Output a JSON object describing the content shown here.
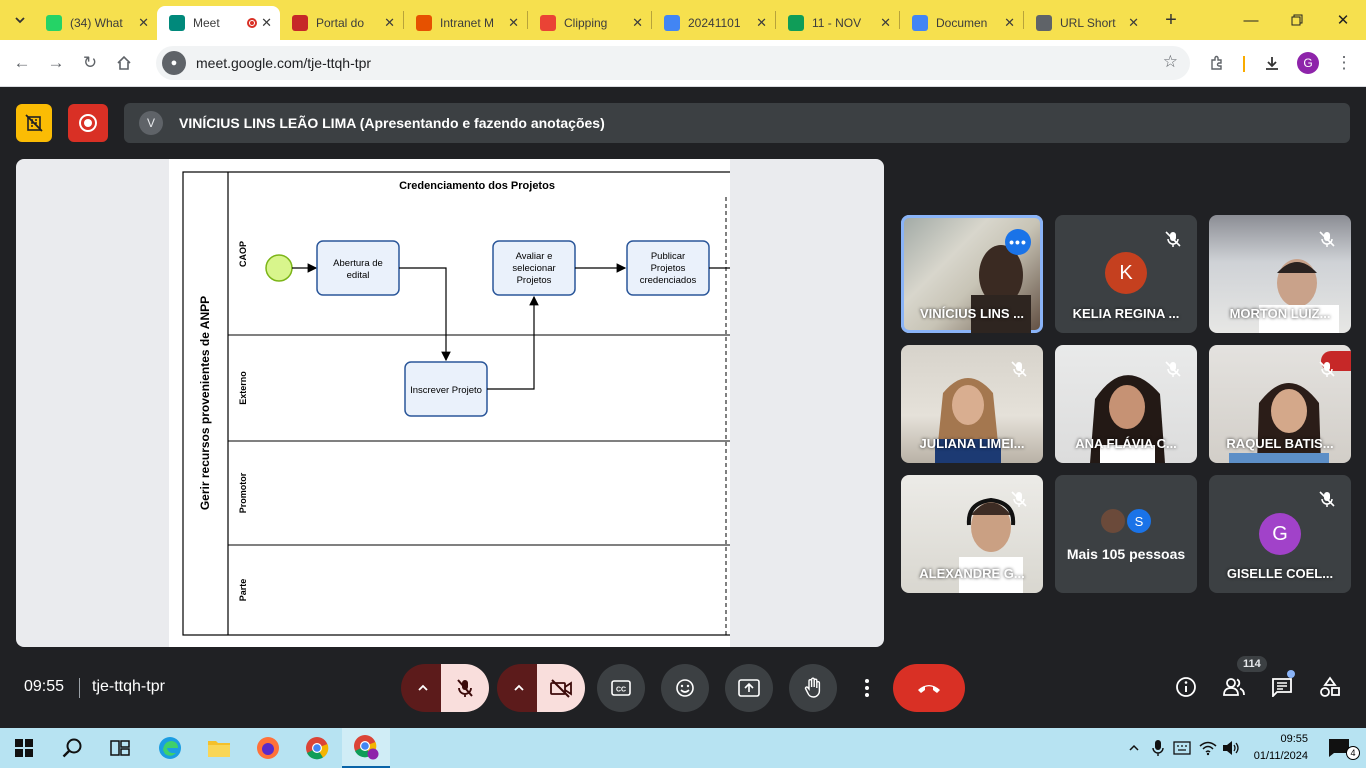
{
  "browser": {
    "tabs": [
      {
        "title": "(34) What",
        "favicon": "whatsapp-icon",
        "color": "#25d366"
      },
      {
        "title": "Meet",
        "favicon": "meet-icon",
        "color": "#00897b",
        "active": true
      },
      {
        "title": "Portal do",
        "favicon": "portal-icon",
        "color": "#c62828"
      },
      {
        "title": "Intranet M",
        "favicon": "intranet-icon",
        "color": "#e65100"
      },
      {
        "title": "Clipping",
        "favicon": "gmail-icon",
        "color": "#ea4335"
      },
      {
        "title": "20241101",
        "favicon": "docs-icon",
        "color": "#4285f4"
      },
      {
        "title": "11 - NOV",
        "favicon": "drive-icon",
        "color": "#0f9d58"
      },
      {
        "title": "Documen",
        "favicon": "docs-icon",
        "color": "#4285f4"
      },
      {
        "title": "URL Short",
        "favicon": "link-icon",
        "color": "#5f6368"
      }
    ],
    "url": "meet.google.com/tje-ttqh-tpr",
    "profile_initial": "G"
  },
  "meet": {
    "presenter_initial": "V",
    "presenter_label": "VINÍCIUS LINS LEÃO LIMA (Apresentando e fazendo anotações)",
    "clock": "09:55",
    "meeting_code": "tje-ttqh-tpr",
    "participant_count": "114",
    "more_people_label": "Mais 105 pessoas",
    "more_people_initial": "S",
    "participants": [
      {
        "name": "VINÍCIUS LINS ...",
        "speaking": true
      },
      {
        "name": "KELIA REGINA ...",
        "initial": "K",
        "avatar_color": "#c5401f"
      },
      {
        "name": "MORTON LUIZ..."
      },
      {
        "name": "JULIANA LIMEI..."
      },
      {
        "name": "ANA FLÁVIA C..."
      },
      {
        "name": "RAQUEL BATIS..."
      },
      {
        "name": "ALEXANDRE G..."
      },
      {
        "name": "GISELLE COEL...",
        "initial": "G",
        "avatar_color": "#a142c9"
      }
    ]
  },
  "slide": {
    "pool_label": "Gerir recursos provenientes de ANPP",
    "title": "Credenciamento dos Projetos",
    "lanes": [
      "CAOP",
      "Externo",
      "Promotor",
      "Parte"
    ],
    "tasks": {
      "abertura_line1": "Abertura de",
      "abertura_line2": "edital",
      "inscrever": "Inscrever Projeto",
      "avaliar_line1": "Avaliar e",
      "avaliar_line2": "selecionar",
      "avaliar_line3": "Projetos",
      "publicar_line1": "Publicar",
      "publicar_line2": "Projetos",
      "publicar_line3": "credenciados"
    }
  },
  "taskbar": {
    "time": "09:55",
    "date": "01/11/2024",
    "notification_count": "4"
  },
  "colors": {
    "meet_bg": "#202124",
    "tabstrip": "#f6e04e",
    "end_call": "#d93025",
    "taskbar": "#b7e3f2"
  }
}
